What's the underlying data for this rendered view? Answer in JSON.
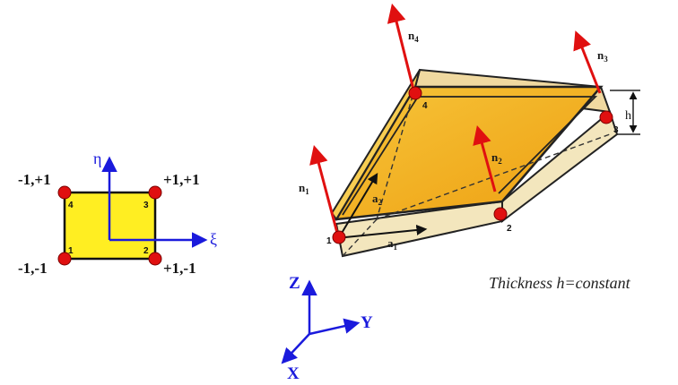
{
  "reference_element": {
    "corners": {
      "top_left": "-1,+1",
      "top_right": "+1,+1",
      "bottom_left": "-1,-1",
      "bottom_right": "+1,-1"
    },
    "node_numbers": [
      "1",
      "2",
      "3",
      "4"
    ],
    "axes": {
      "eta": "η",
      "xi": "ξ"
    },
    "fill_color": "#ffee22",
    "node_color": "#e01010",
    "axis_color": "#1a1adc"
  },
  "shell_element": {
    "node_numbers": [
      "1",
      "2",
      "3",
      "4"
    ],
    "normal_labels": {
      "n1": "n",
      "n2": "n",
      "n3": "n",
      "n4": "n"
    },
    "normal_subscripts": {
      "n1": "1",
      "n2": "2",
      "n3": "3",
      "n4": "4"
    },
    "tangent_labels": {
      "a1": "a",
      "a2": "a"
    },
    "tangent_subscripts": {
      "a1": "1",
      "a2": "2"
    },
    "thickness_label": "h",
    "top_color": "#f2b21a",
    "side_color": "#f3e6bd",
    "normal_color": "#e01010"
  },
  "global_axes": {
    "z": "Z",
    "y": "Y",
    "x": "X"
  },
  "caption": "Thickness h=constant"
}
